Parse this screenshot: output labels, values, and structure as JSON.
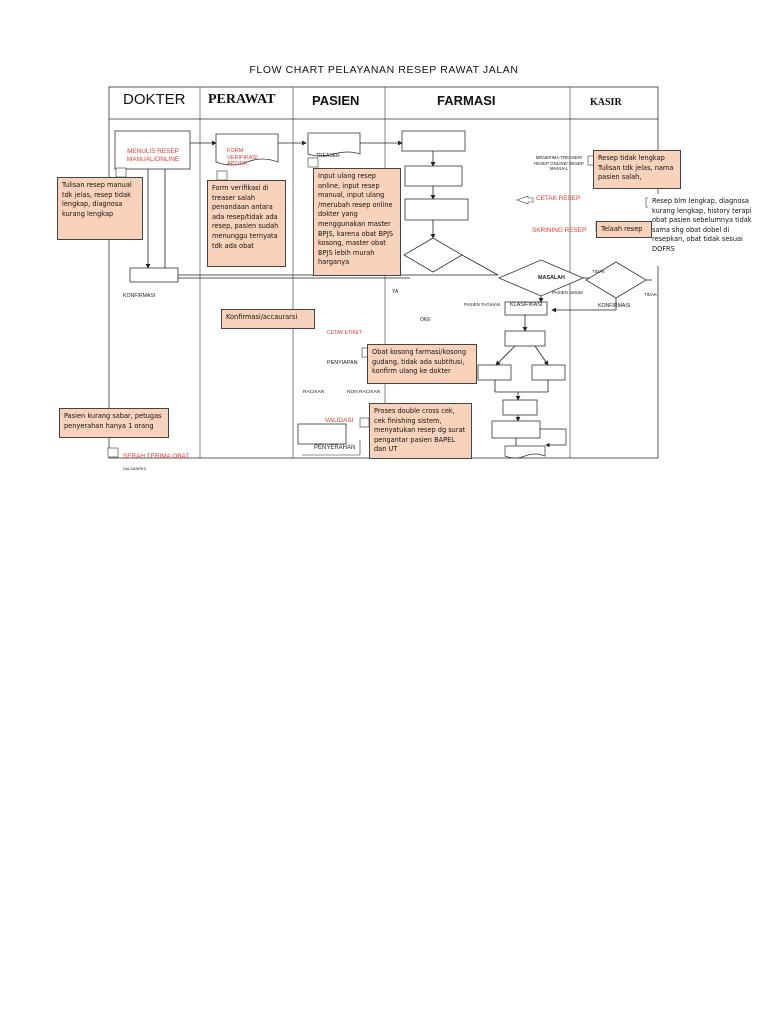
{
  "title": "FLOW CHART  PELAYANAN   RESEP RAWAT  JALAN",
  "lanes": [
    "DOKTER",
    "PERAWAT",
    "PASIEN",
    "FARMASI",
    "KASIR"
  ],
  "labels": {
    "menulis_resep": "MENULIS RESEP MANUAL/ONLINE",
    "form_verifikasi": "FORM VERIFIKASI APOTIK",
    "treaser": "TREASER",
    "cetak_resep": "CETAK RESEP",
    "skrining_resep": "SKRINING RESEP",
    "menerima_treaser": "MENERIMA TREASER/ RESEP ONLINE/ RESEP MANUAL",
    "masalah": "MASALAH",
    "tidak": "TIDAK",
    "tidak2": "TIDAK",
    "konfirmasi_dokter": "KONFIRMASI",
    "konfirmasi_kasir": "KONFIRMASI",
    "ya": "YA",
    "pasien_tagihan": "PASIEN TAGIHAN",
    "klasifikasi": "KLASIFIKASI",
    "pasien_umum": "PASIEN   UMUM",
    "oke": "OKE",
    "cetak_etiket": "CETAK  ETIKET",
    "penyiapan": "PENYIAPAN",
    "racikan": "RACIKAN",
    "non_racikan": "NON  RACIKAN",
    "validasi": "VALIDASI",
    "penyerahan": "PENYERAHAN",
    "serah_terima": "SERAH TERIMA OBAT",
    "dalsanres": "DALSANRES"
  },
  "notes": {
    "n_dokter": "Tulisan resep manual tdk jelas, resep tidak lengkap, diagnosa kurang lengkap",
    "n_perawat": "Form verifikasi di treaser salah penandaan antara ada resep/tidak ada resep, pasien sudah menunggu ternyata tdk ada obat",
    "n_pasien": "Input ulang resep online, input resep manual, input ulang /merubah resep online dokter yang menggunakan master BPJS, karena obat BPJS kosong, master obat BPJS lebih murah harganya",
    "n_kasir1": "Resep tidak lengkap Tulisan tdk jelas, nama pasien salah,",
    "n_kasir2": "Resep blm lengkap, diagnosa kurang lengkap, history terapi obat pasien sebelumnya tidak sama shg obat dobel di resepkan, obat tidak sesuai DOFRS",
    "n_telaah": "Telaah resep",
    "n_konfirmasi": "Konfirmasi/accaurarsi",
    "n_obat_kosong": "Obat kosong farmasi/kosong gudang, tidak ada subtitusi, konfirm ulang ke dokter",
    "n_proses": "Proses double cross cek, cek finishing sistem, menyatukan resep dg surat pengantar pasien BAPEL dan UT",
    "n_pasien_sabar": "Pasien kurang sabar, petugas penyerahan hanya 1 orang"
  },
  "colors": {
    "note_fill": "#f9d2bc",
    "red_text": "#e03a2f",
    "line": "#222222"
  }
}
